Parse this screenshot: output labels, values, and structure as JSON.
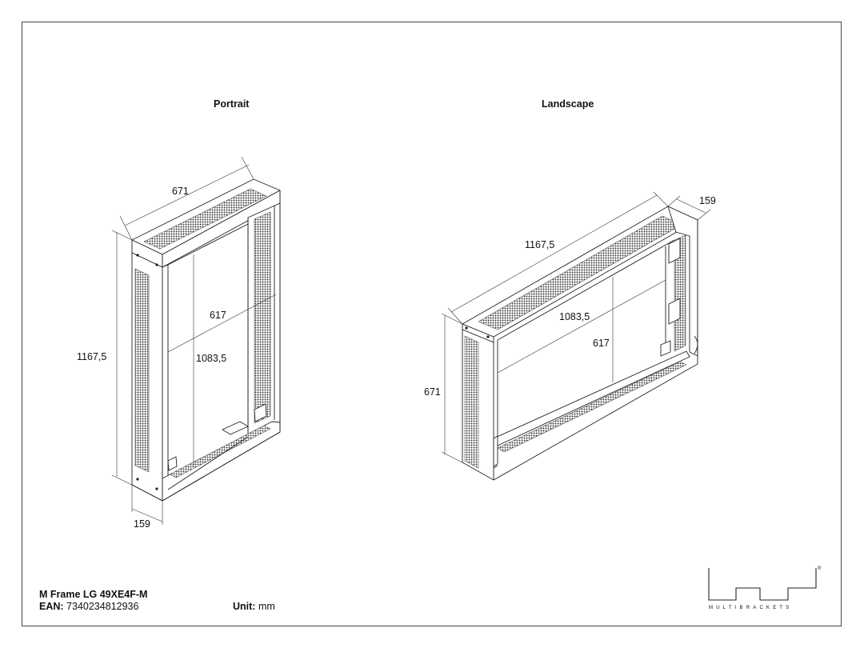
{
  "views": {
    "portrait": {
      "title": "Portrait",
      "dims": {
        "width": "671",
        "height": "1167,5",
        "depth": "159",
        "inner_width": "617",
        "inner_height": "1083,5"
      }
    },
    "landscape": {
      "title": "Landscape",
      "dims": {
        "width": "1167,5",
        "height": "671",
        "depth": "159",
        "inner_width": "1083,5",
        "inner_height": "617"
      }
    }
  },
  "footer": {
    "product": "M Frame LG 49XE4F-M",
    "ean_label": "EAN:",
    "ean_value": "7340234812936",
    "unit_label": "Unit:",
    "unit_value": "mm"
  },
  "logo": {
    "text": "MULTIBRACKETS",
    "mark": "®"
  },
  "colors": {
    "line": "#222222",
    "frame": "#444444",
    "mesh": "#333333"
  }
}
